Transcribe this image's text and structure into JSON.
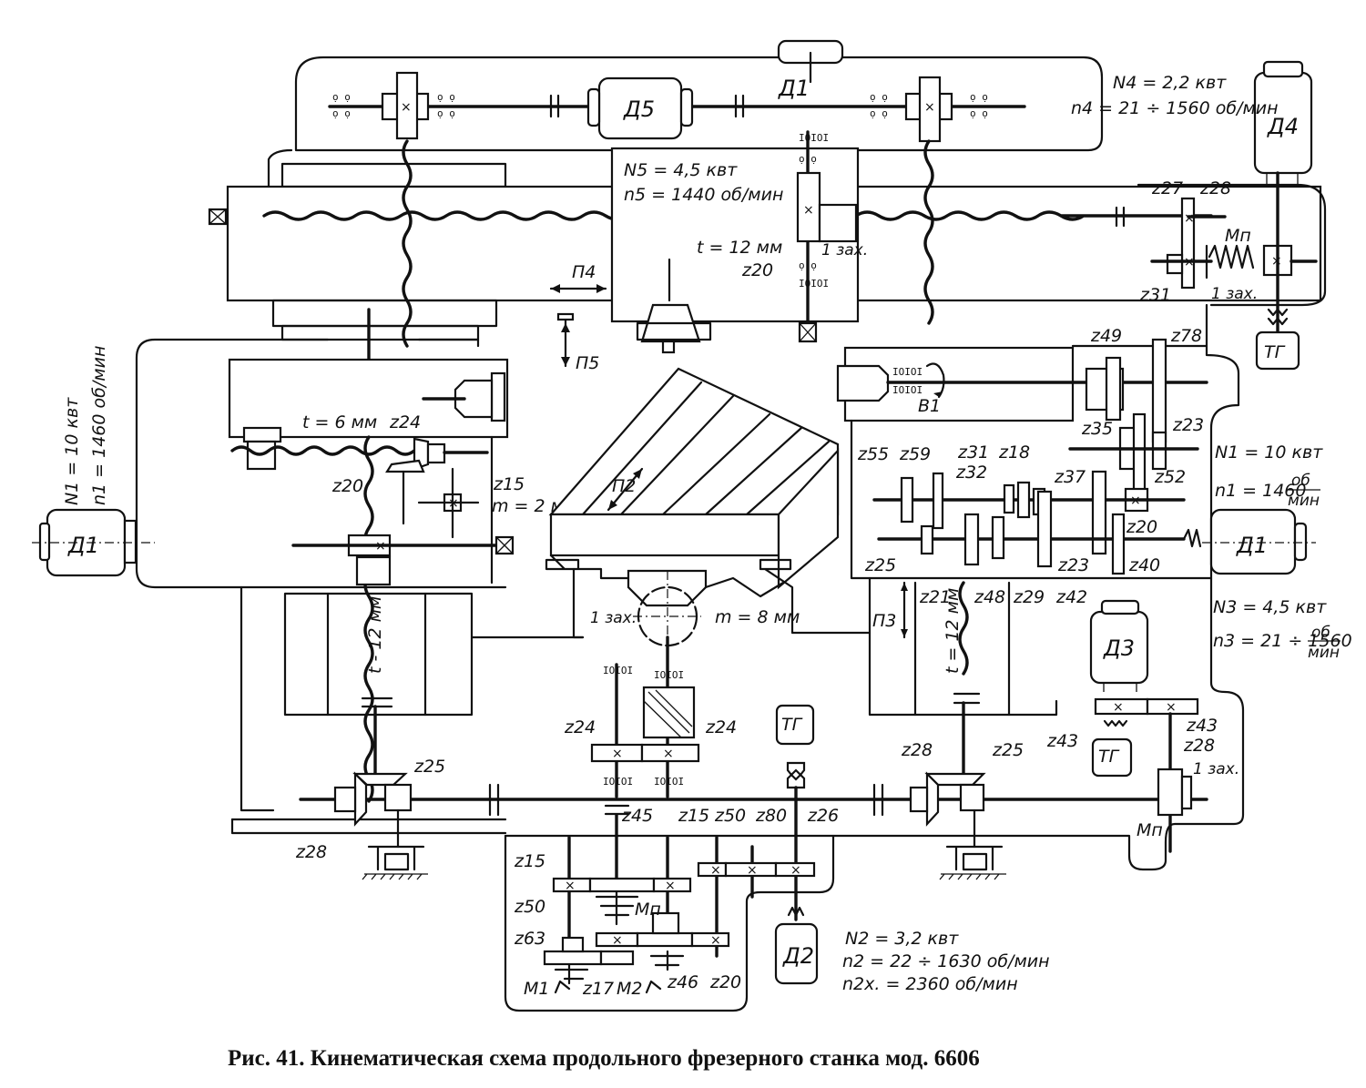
{
  "caption": "Рис. 41. Кинематическая схема продольного фрезерного станка мод. 6606",
  "motors": {
    "d1_left": "Д1",
    "d1_right": "Д1",
    "d1_top": "Д1",
    "d2": "Д2",
    "d3": "Д3",
    "d4": "Д4",
    "d5": "Д5",
    "tg_right_top": "ТГ",
    "tg_center": "ТГ",
    "tg_right_bottom": "ТГ"
  },
  "specs": {
    "n4_power": "N4 = 2,2 квт",
    "n4_speed": "n4 = 21 ÷ 1560 об/мин",
    "n5_power": "N5 = 4,5 квт",
    "n5_speed": "n5 = 1440 об/мин",
    "n1_left_power": "N1 = 10 квт",
    "n1_left_speed": "n1 = 1460 об/мин",
    "n1_right_power": "N1 = 10 квт",
    "n1_right_speed": "n1 = 1460",
    "n1_right_unit_num": "об",
    "n1_right_unit_den": "мин",
    "n3_power": "N3 = 4,5 квт",
    "n3_speed": "n3 = 21 ÷ 1560",
    "n3_unit_num": "об",
    "n3_unit_den": "мин",
    "n2_power": "N2 = 3,2 квт",
    "n2_speed": "n2 = 22 ÷ 1630 об/мин",
    "n2x_speed": "n2x. = 2360 об/мин"
  },
  "pitches": {
    "top_screw": "t = 12 мм",
    "left_head_screw": "t = 6 мм",
    "left_column_screw": "t - 12 мм",
    "right_column_screw": "t = 12 мм",
    "left_module": "m = 2 мм",
    "table_module": "m = 8 мм"
  },
  "movements": {
    "p2": "П2",
    "p3": "П3",
    "p4": "П4",
    "p5": "П5",
    "b1": "В1"
  },
  "worm_labels": {
    "top_center": "1 зах.",
    "top_right": "1 зах.",
    "table": "1 зах.",
    "bottom_right": "1 зах."
  },
  "clutch_labels": {
    "top_right": "Мп",
    "bottom_center": "Мп",
    "bottom_right": "Мп",
    "m1": "М1",
    "m2": "М2"
  },
  "gears": {
    "top_right": [
      "z27",
      "z28",
      "z31"
    ],
    "top_center": [
      "z20"
    ],
    "left_head": [
      "z24",
      "z20",
      "z15"
    ],
    "right_box": [
      "z49",
      "z78",
      "z35",
      "z23",
      "z55",
      "z59",
      "z31",
      "z18",
      "z32",
      "z37",
      "z52",
      "z20",
      "z25",
      "z21",
      "z48",
      "z29",
      "z23",
      "z42",
      "z40"
    ],
    "bottom_left": [
      "z25",
      "z28"
    ],
    "table_drive": [
      "z24",
      "z24"
    ],
    "bottom_right": [
      "z28",
      "z25",
      "z43",
      "z43",
      "z28"
    ],
    "feed_box": [
      "z45",
      "z15",
      "z50",
      "z80",
      "z26",
      "z15",
      "z50",
      "z63",
      "z17",
      "z46",
      "z20"
    ]
  }
}
